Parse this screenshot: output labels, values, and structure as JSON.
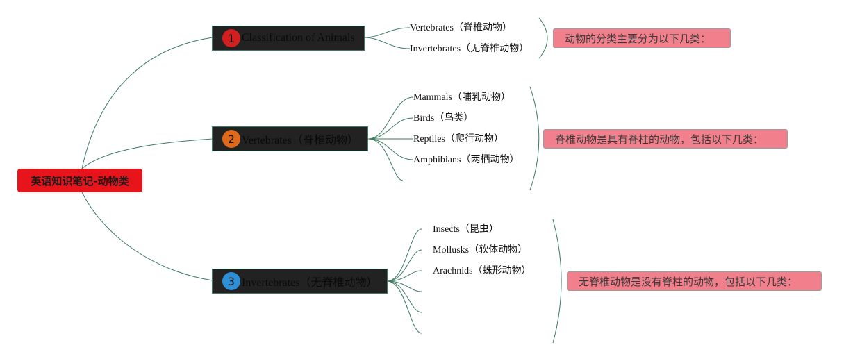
{
  "root": {
    "title": "英语知识笔记-动物类"
  },
  "branches": [
    {
      "number": "1",
      "title": "Classification of Animals",
      "badge_color": "#d3201e",
      "items": [
        "Vertebrates（脊椎动物）",
        "Invertebrates（无脊椎动物）"
      ],
      "note": "动物的分类主要分为以下几类："
    },
    {
      "number": "2",
      "title": "Vertebrates（脊椎动物）",
      "badge_color": "#e06a1b",
      "items": [
        "Mammals（哺乳动物）",
        "Birds（鸟类）",
        "Reptiles（爬行动物）",
        "Amphibians（两栖动物）",
        ""
      ],
      "note": "脊椎动物是具有脊柱的动物，包括以下几类："
    },
    {
      "number": "3",
      "title": "Invertebrates（无脊椎动物）",
      "badge_color": "#2f8fd6",
      "items": [
        "Insects（昆虫）",
        "Mollusks（软体动物）",
        "Arachnids（蛛形动物）",
        "",
        "",
        ""
      ],
      "note": "无脊椎动物是没有脊柱的动物，包括以下几类："
    }
  ],
  "colors": {
    "root_fill": "#e8141c",
    "branch_fill": "#222222",
    "connector": "#3b7a61",
    "note_fill": "#f2808c"
  }
}
